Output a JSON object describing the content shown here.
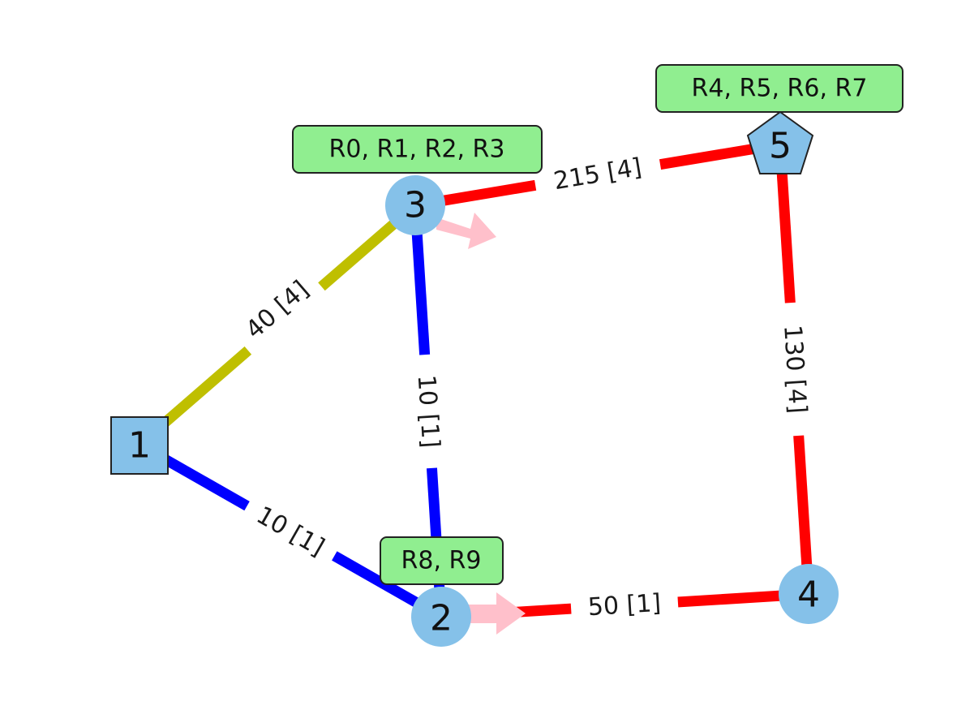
{
  "colors": {
    "node_fill": "#85c1e9",
    "node_stroke": "#222222",
    "group_fill": "#90ee90",
    "group_stroke": "#222222",
    "blue": "#0000ff",
    "olive": "#bfbf00",
    "red": "#ff0000",
    "arrow": "#ffc0cb"
  },
  "nodes": [
    {
      "id": "1",
      "label": "1",
      "shape": "square"
    },
    {
      "id": "2",
      "label": "2",
      "shape": "circle"
    },
    {
      "id": "3",
      "label": "3",
      "shape": "circle"
    },
    {
      "id": "4",
      "label": "4",
      "shape": "circle"
    },
    {
      "id": "5",
      "label": "5",
      "shape": "pentagon"
    }
  ],
  "edges": [
    {
      "from": "1",
      "to": "3",
      "label": "40 [4]",
      "color": "olive"
    },
    {
      "from": "1",
      "to": "2",
      "label": "10 [1]",
      "color": "blue"
    },
    {
      "from": "3",
      "to": "2",
      "label": "10 [1]",
      "color": "blue"
    },
    {
      "from": "3",
      "to": "5",
      "label": "215 [4]",
      "color": "red"
    },
    {
      "from": "5",
      "to": "4",
      "label": "130 [4]",
      "color": "red"
    },
    {
      "from": "2",
      "to": "4",
      "label": "50 [1]",
      "color": "red"
    }
  ],
  "groups": [
    {
      "node": "3",
      "label": "R0, R1, R2, R3"
    },
    {
      "node": "5",
      "label": "R4, R5, R6, R7"
    },
    {
      "node": "2",
      "label": "R8, R9"
    }
  ],
  "arrows": [
    {
      "at_node": "3",
      "direction": "toward 4"
    },
    {
      "at_node": "2",
      "direction": "toward 4"
    }
  ]
}
